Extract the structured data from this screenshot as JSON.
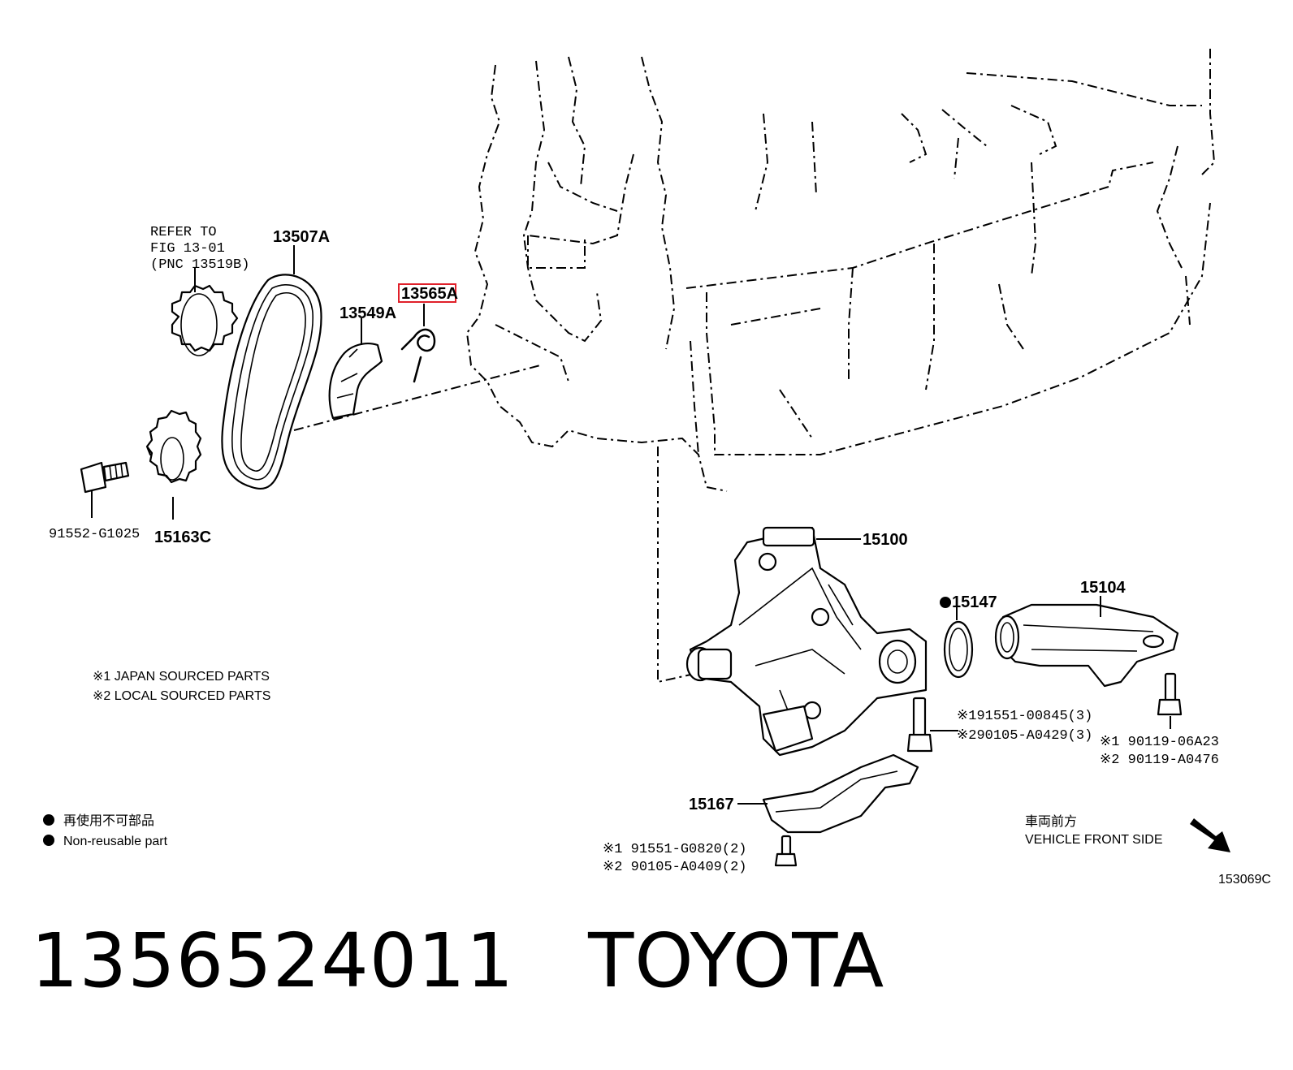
{
  "colors": {
    "highlight": "#e0202a",
    "ink": "#000000",
    "background": "#ffffff"
  },
  "callouts": {
    "refer_line1": "REFER TO",
    "refer_line2": "FIG 13-01",
    "refer_line3": "(PNC 13519B)",
    "p13507A": "13507A",
    "p13549A": "13549A",
    "p13565A": "13565A",
    "p91552": "91552-G1025",
    "p15163C": "15163C",
    "p15100": "15100",
    "p15147": "15147",
    "p15104": "15104",
    "p15167": "15167",
    "bolt_mid_1": "※191551-00845(3)",
    "bolt_mid_2": "※290105-A0429(3)",
    "bolt_right_1": "※1 90119-06A23",
    "bolt_right_2": "※2 90119-A0476",
    "bolt_low_1": "※1 91551-G0820(2)",
    "bolt_low_2": "※2 90105-A0409(2)"
  },
  "notes": {
    "japan": "※1 JAPAN SOURCED PARTS",
    "local": "※2 LOCAL SOURCED PARTS"
  },
  "legend": {
    "jp": "再使用不可部品",
    "en": "Non-reusable part"
  },
  "direction": {
    "jp": "車両前方",
    "en": "VEHICLE FRONT SIDE"
  },
  "figure_id": "153069C",
  "caption": {
    "part_number": "1356524011",
    "brand": "TOYOTA"
  }
}
